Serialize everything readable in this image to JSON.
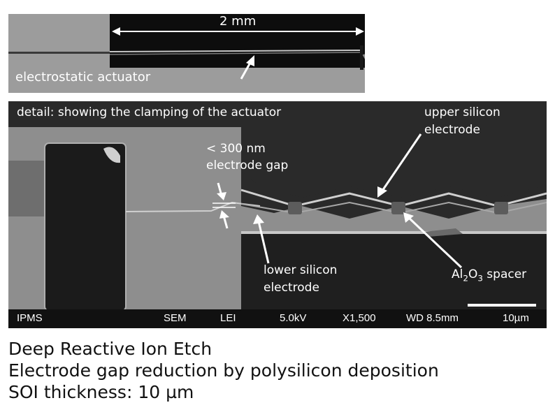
{
  "top_image": {
    "scale_label": "2 mm",
    "caption": "electrostatic actuator"
  },
  "detail_image": {
    "title": "detail: showing the clamping of the actuator",
    "gap_label_line1": "< 300 nm",
    "gap_label_line2": "electrode gap",
    "upper_electrode_line1": "upper silicon",
    "upper_electrode_line2": "electrode",
    "lower_electrode_line1": "lower silicon",
    "lower_electrode_line2": "electrode",
    "spacer_prefix": "Al",
    "spacer_sub1": "2",
    "spacer_mid": "O",
    "spacer_sub2": "3",
    "spacer_suffix": " spacer",
    "databar": {
      "institute": "IPMS",
      "instrument": "SEM",
      "detector": "LEI",
      "voltage": "5.0kV",
      "magnification": "X1,500",
      "working_distance": "WD 8.5mm",
      "scale": "10µm"
    }
  },
  "caption": {
    "line1": "Deep Reactive Ion Etch",
    "line2": "Electrode gap reduction by polysilicon deposition",
    "line3": "SOI thickness: 10 µm"
  }
}
